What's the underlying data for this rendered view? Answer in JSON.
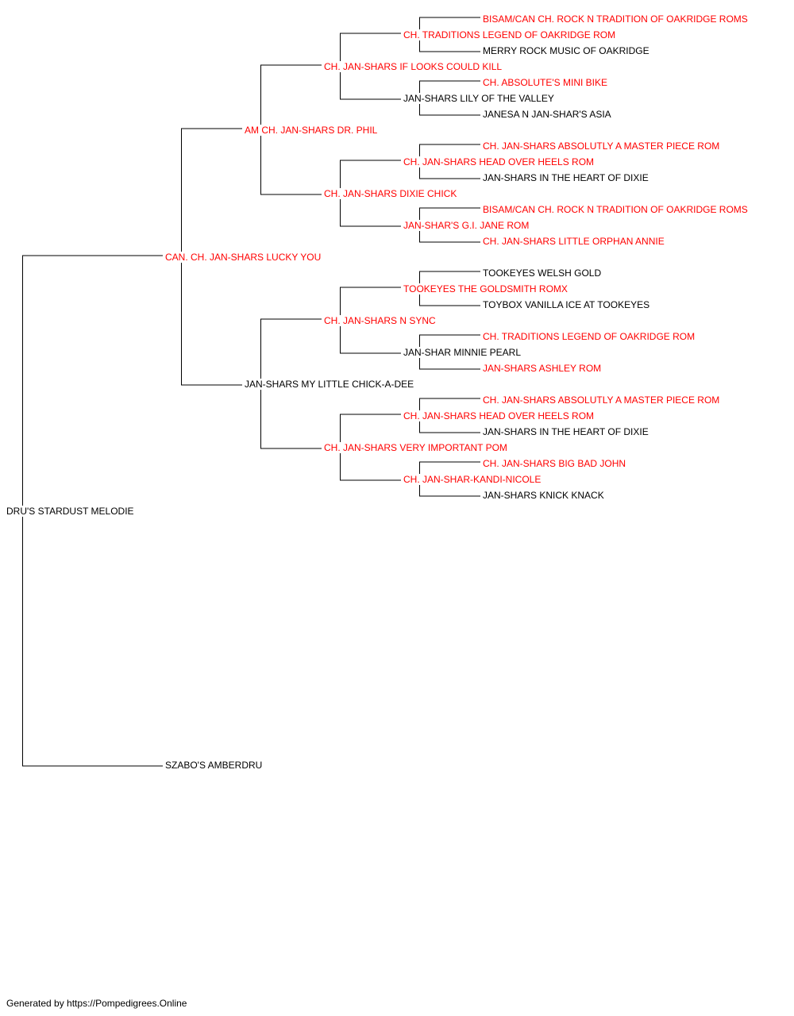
{
  "pedigree": {
    "subject": {
      "name": "DRU'S STARDUST MELODIE",
      "titled": false
    },
    "sire": {
      "name": "CAN. CH. JAN-SHARS LUCKY YOU",
      "titled": true
    },
    "dam": {
      "name": "SZABO'S AMBERDRU",
      "titled": false
    },
    "sire_sire": {
      "name": "AM CH. JAN-SHARS DR. PHIL",
      "titled": true
    },
    "sire_dam": {
      "name": "JAN-SHARS MY LITTLE CHICK-A-DEE",
      "titled": false
    },
    "sss": {
      "name": "CH. JAN-SHARS IF LOOKS COULD KILL",
      "titled": true
    },
    "ssd": {
      "name": "CH. JAN-SHARS DIXIE CHICK",
      "titled": true
    },
    "sds": {
      "name": "CH. JAN-SHARS N SYNC",
      "titled": true
    },
    "sdd": {
      "name": "CH. JAN-SHARS VERY IMPORTANT POM",
      "titled": true
    },
    "ssss": {
      "name": "CH. TRADITIONS LEGEND OF OAKRIDGE ROM",
      "titled": true
    },
    "sssd": {
      "name": "JAN-SHARS LILY OF THE VALLEY",
      "titled": false
    },
    "ssds": {
      "name": "CH. JAN-SHARS HEAD OVER HEELS ROM",
      "titled": true
    },
    "ssdd": {
      "name": "JAN-SHAR'S G.I. JANE ROM",
      "titled": true
    },
    "sdss": {
      "name": "TOOKEYES THE GOLDSMITH ROMX",
      "titled": true
    },
    "sdsd": {
      "name": "JAN-SHAR MINNIE PEARL",
      "titled": false
    },
    "sdds": {
      "name": "CH. JAN-SHARS HEAD OVER HEELS ROM",
      "titled": true
    },
    "sddd": {
      "name": "CH. JAN-SHAR-KANDI-NICOLE",
      "titled": true
    },
    "sssss": {
      "name": "BISAM/CAN CH. ROCK N TRADITION OF OAKRIDGE ROMS",
      "titled": true
    },
    "ssssd": {
      "name": "MERRY ROCK MUSIC OF OAKRIDGE",
      "titled": false
    },
    "sssds": {
      "name": "CH. ABSOLUTE'S MINI BIKE",
      "titled": true
    },
    "sssdd": {
      "name": "JANESA N JAN-SHAR'S ASIA",
      "titled": false
    },
    "ssdss": {
      "name": "CH. JAN-SHARS ABSOLUTLY A MASTER PIECE ROM",
      "titled": true
    },
    "ssdsd": {
      "name": "JAN-SHARS IN THE HEART OF DIXIE",
      "titled": false
    },
    "ssdds": {
      "name": "BISAM/CAN CH. ROCK N TRADITION OF OAKRIDGE ROMS",
      "titled": true
    },
    "ssddd": {
      "name": "CH. JAN-SHARS LITTLE ORPHAN ANNIE",
      "titled": true
    },
    "sdsss": {
      "name": "TOOKEYES WELSH GOLD",
      "titled": false
    },
    "sdssd": {
      "name": "TOYBOX VANILLA ICE AT TOOKEYES",
      "titled": false
    },
    "sdsds": {
      "name": "CH. TRADITIONS LEGEND OF OAKRIDGE ROM",
      "titled": true
    },
    "sdsdd": {
      "name": "JAN-SHARS ASHLEY ROM",
      "titled": true
    },
    "sddss": {
      "name": "CH. JAN-SHARS ABSOLUTLY A MASTER PIECE ROM",
      "titled": true
    },
    "sddsd": {
      "name": "JAN-SHARS IN THE HEART OF DIXIE",
      "titled": false
    },
    "sddds": {
      "name": "CH. JAN-SHARS BIG BAD JOHN",
      "titled": true
    },
    "sdddd": {
      "name": "JAN-SHARS KNICK KNACK",
      "titled": false
    }
  },
  "colors": {
    "titled": "#ff0000",
    "plain": "#000000",
    "line": "#000000"
  },
  "footer": {
    "text": "Generated by https://Pompedigrees.Online"
  }
}
